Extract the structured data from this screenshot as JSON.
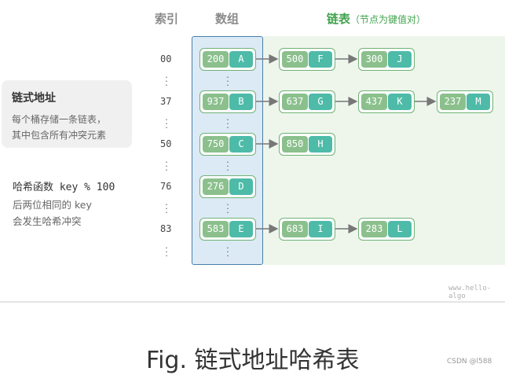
{
  "headers": {
    "index": "索引",
    "array": "数组",
    "chain_title": "链表",
    "chain_sub": "（节点为键值对）"
  },
  "indices": [
    "00",
    "37",
    "50",
    "76",
    "83"
  ],
  "buckets": [
    {
      "key": "200",
      "value": "A"
    },
    {
      "key": "937",
      "value": "B"
    },
    {
      "key": "750",
      "value": "C"
    },
    {
      "key": "276",
      "value": "D"
    },
    {
      "key": "583",
      "value": "E"
    }
  ],
  "chains": [
    [
      {
        "key": "500",
        "value": "F"
      },
      {
        "key": "300",
        "value": "J"
      }
    ],
    [
      {
        "key": "637",
        "value": "G"
      },
      {
        "key": "437",
        "value": "K"
      },
      {
        "key": "237",
        "value": "M"
      }
    ],
    [
      {
        "key": "850",
        "value": "H"
      }
    ],
    [],
    [
      {
        "key": "683",
        "value": "I"
      },
      {
        "key": "283",
        "value": "L"
      }
    ]
  ],
  "card": {
    "title": "链式地址",
    "line1": "每个桶存储一条链表，",
    "line2": "其中包含所有冲突元素"
  },
  "note": {
    "title": "哈希函数 key % 100",
    "line1": "后两位相同的 key",
    "line2": "会发生哈希冲突"
  },
  "watermark": "www.hello-algo",
  "caption": "Fig. 链式地址哈希表",
  "credit": "CSDN @l588"
}
